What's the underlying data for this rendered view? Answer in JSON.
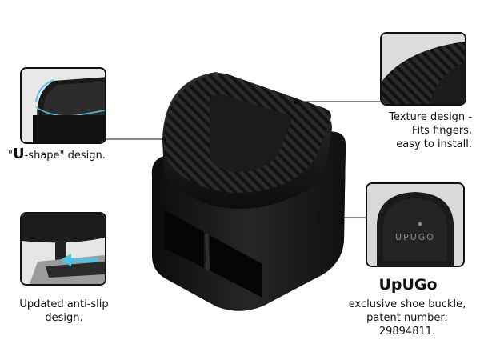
{
  "callouts": {
    "u_shape": {
      "prefix": "\"",
      "big_letter": "U",
      "suffix": "-shape\" design."
    },
    "texture": {
      "line1": "Texture design -",
      "line2": "Fits fingers,",
      "line3": "easy to install."
    },
    "anti_slip": {
      "line1": "Updated anti-slip",
      "line2": "design."
    },
    "brand": {
      "title": "UpUGo",
      "line1": "exclusive shoe buckle,",
      "line2": "patent number:",
      "line3": "29894811."
    }
  },
  "logo_text": "UPUGO",
  "icons": {
    "anti_slip_arrow": "left-arrow",
    "callout_dot": "dot"
  },
  "colors": {
    "product_dark": "#1c1c1c",
    "accent_blue": "#4fc3e6",
    "thumb_bg": "#e6e6e6"
  }
}
